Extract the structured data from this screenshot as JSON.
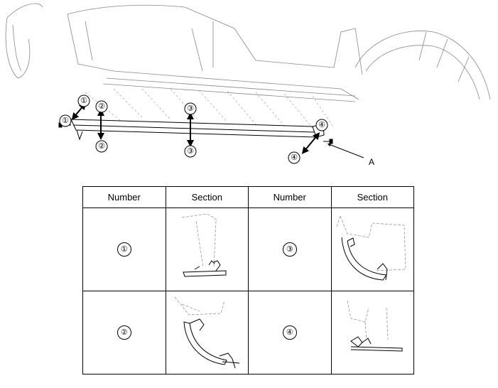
{
  "diagram": {
    "callouts": [
      {
        "id": "1",
        "label": "①"
      },
      {
        "id": "2",
        "label": "②"
      },
      {
        "id": "3",
        "label": "③"
      },
      {
        "id": "4",
        "label": "④"
      }
    ],
    "detail_label": "A"
  },
  "table": {
    "headers": [
      "Number",
      "Section",
      "Number",
      "Section"
    ],
    "rows": [
      {
        "left_number": "①",
        "right_number": "③"
      },
      {
        "left_number": "②",
        "right_number": "④"
      }
    ]
  }
}
